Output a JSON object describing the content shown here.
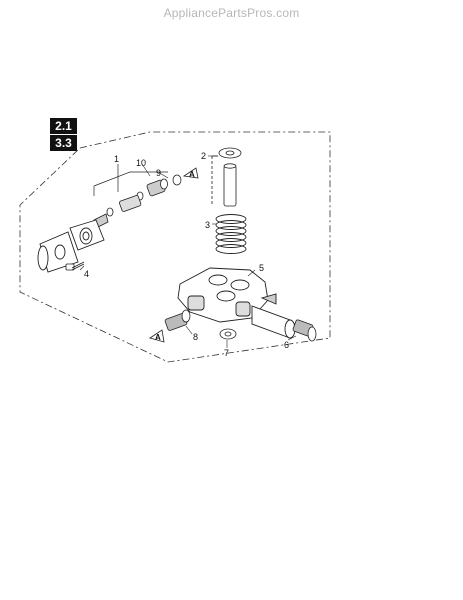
{
  "watermark": "AppliancePartsPros.com",
  "badges": [
    "2.1",
    "3.3"
  ],
  "callouts": {
    "c1": "1",
    "c2": "2",
    "c3": "3",
    "c4": "4",
    "c5": "5",
    "c6": "6",
    "c7": "7",
    "c8": "8",
    "c9": "9",
    "c10": "10"
  },
  "markers": {
    "a1": "A",
    "a2": "A"
  }
}
